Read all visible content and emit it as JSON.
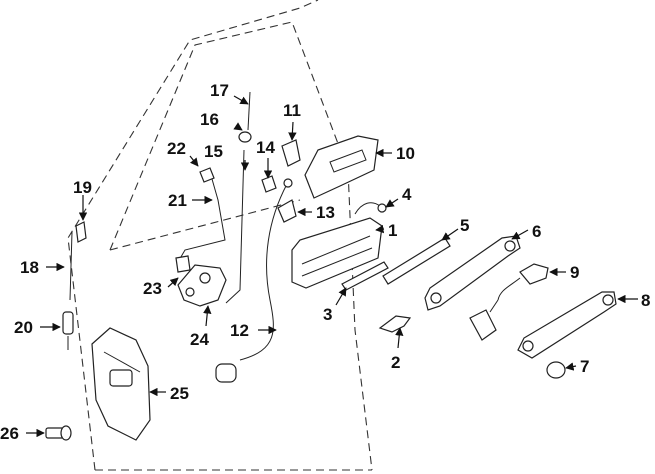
{
  "callouts": {
    "c1": "1",
    "c2": "2",
    "c3": "3",
    "c4": "4",
    "c5": "5",
    "c6": "6",
    "c7": "7",
    "c8": "8",
    "c9": "9",
    "c10": "10",
    "c11": "11",
    "c12": "12",
    "c13": "13",
    "c14": "14",
    "c15": "15",
    "c16": "16",
    "c17": "17",
    "c18": "18",
    "c19": "19",
    "c20": "20",
    "c21": "21",
    "c22": "22",
    "c23": "23",
    "c24": "24",
    "c25": "25",
    "c26": "26"
  }
}
